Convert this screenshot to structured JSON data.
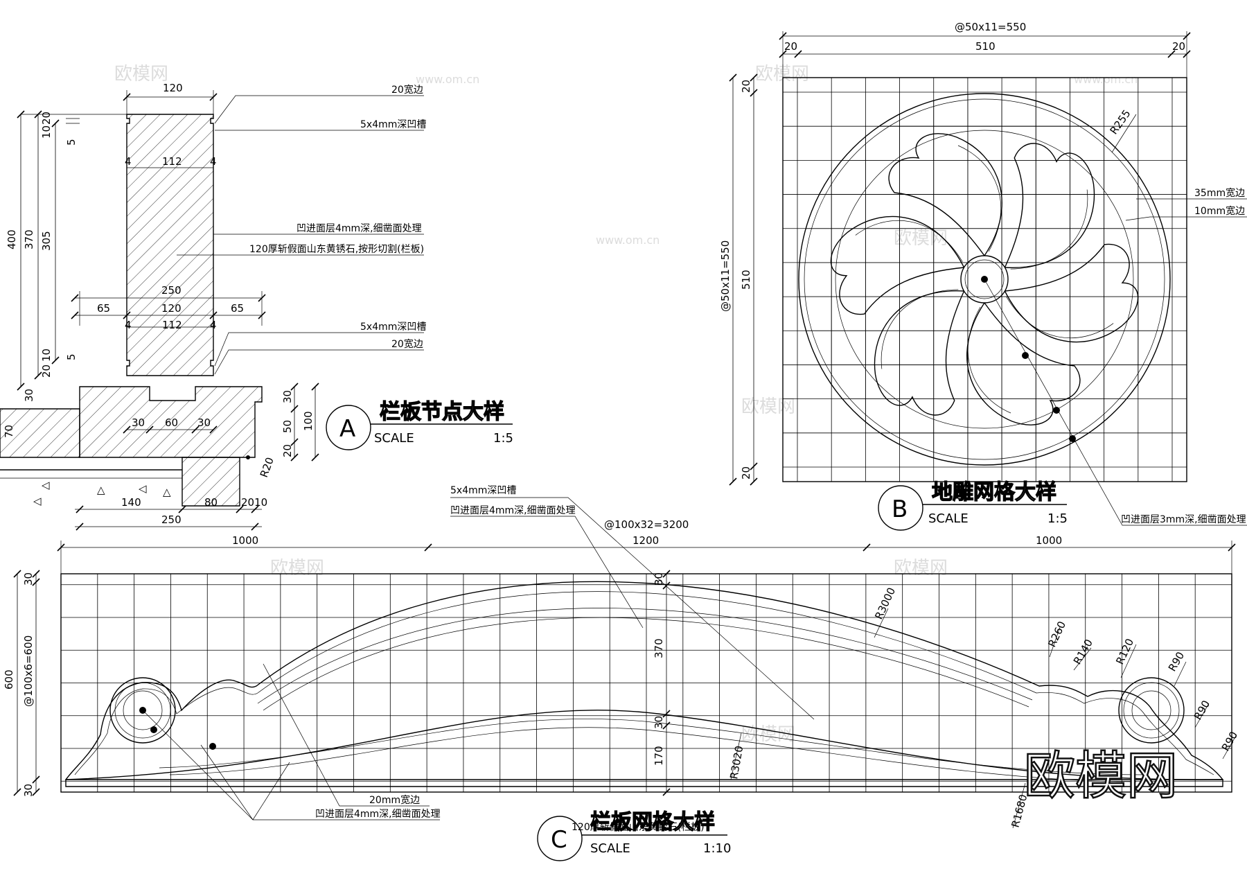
{
  "detail_a": {
    "title": "栏板节点大样",
    "letter": "A",
    "scale_label": "SCALE",
    "scale_value": "1:5",
    "notes": {
      "edge20_top": "20宽边",
      "groove_top": "5x4mm深凹槽",
      "recess": "凹进面层4mm深,细凿面处理",
      "slab": "120厚斩假面山东黄锈石,按形切割(栏板)",
      "groove_bottom": "5x4mm深凹槽",
      "edge20_bottom": "20宽边"
    },
    "dims": {
      "w120": "120",
      "w112_top": "112",
      "w4a": "4",
      "w4b": "4",
      "w250": "250",
      "w65a": "65",
      "w120b": "120",
      "w65b": "65",
      "w4c": "4",
      "w112b": "112",
      "w4d": "4",
      "v400": "400",
      "v370": "370",
      "v305": "305",
      "v10a": "10",
      "v20a": "20",
      "v5a": "5",
      "v20b": "20",
      "v10b": "10",
      "v5b": "5",
      "v30a": "30",
      "v70": "70",
      "b30a": "30",
      "b60": "60",
      "b30b": "30",
      "r20": "R20",
      "b140": "140",
      "b80": "80",
      "b2010": "2010",
      "b250": "250",
      "s30": "30",
      "s50": "50",
      "s20": "20",
      "s100": "100"
    }
  },
  "detail_b": {
    "title": "地雕网格大样",
    "letter": "B",
    "scale_label": "SCALE",
    "scale_value": "1:5",
    "notes": {
      "edge35": "35mm宽边",
      "edge10": "10mm宽边",
      "recess": "凹进面层3mm深,细凿面处理"
    },
    "dims": {
      "top_total": "@50x11=550",
      "top20a": "20",
      "top510": "510",
      "top20b": "20",
      "left_total": "@50x11=550",
      "left510": "510",
      "left20a": "20",
      "left20b": "20",
      "r255": "R255"
    }
  },
  "detail_c": {
    "title": "栏板网格大样",
    "letter": "C",
    "scale_label": "SCALE",
    "scale_value": "1:10",
    "notes": {
      "groove": "5x4mm深凹槽",
      "recess_top": "凹进面层4mm深,细凿面处理",
      "edge20": "20mm宽边",
      "recess_bottom": "凹进面层4mm深,细凿面处理",
      "slab": "120厚斩假面山东黄锈石(栏板)"
    },
    "dims": {
      "total": "@100x32=3200",
      "seg1": "1000",
      "seg2": "1200",
      "seg3": "1000",
      "left_total": "@100x6=600",
      "left600": "600",
      "left30a": "30",
      "left30b": "30",
      "m30a": "30",
      "m370": "370",
      "m30b": "30",
      "m170": "170",
      "r3000": "R3000",
      "r260": "R260",
      "r140": "R140",
      "r120": "R120",
      "r90a": "R90",
      "r90b": "R90",
      "r90c": "R90",
      "r3020": "R3020",
      "r1680": "R1680"
    }
  },
  "watermark": {
    "brand": "欧模网",
    "small": "www.om.cn"
  }
}
